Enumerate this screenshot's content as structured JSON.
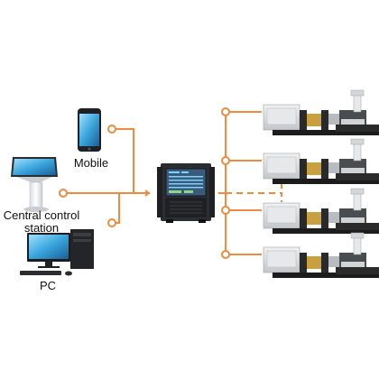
{
  "labels": {
    "mobile": "Mobile",
    "central_line1": "Central control",
    "central_line2": "station",
    "pc": "PC"
  },
  "colors": {
    "connector": "#f08a3c",
    "machine_body": "#d8dadc",
    "machine_dark": "#1c1c1c",
    "screen": "#3aa6dc",
    "accent_gold": "#c9a040"
  },
  "icons": [
    "mobile-phone-icon",
    "kiosk-terminal-icon",
    "pc-computer-icon",
    "control-cabinet-icon",
    "injection-molding-machine-icon"
  ]
}
